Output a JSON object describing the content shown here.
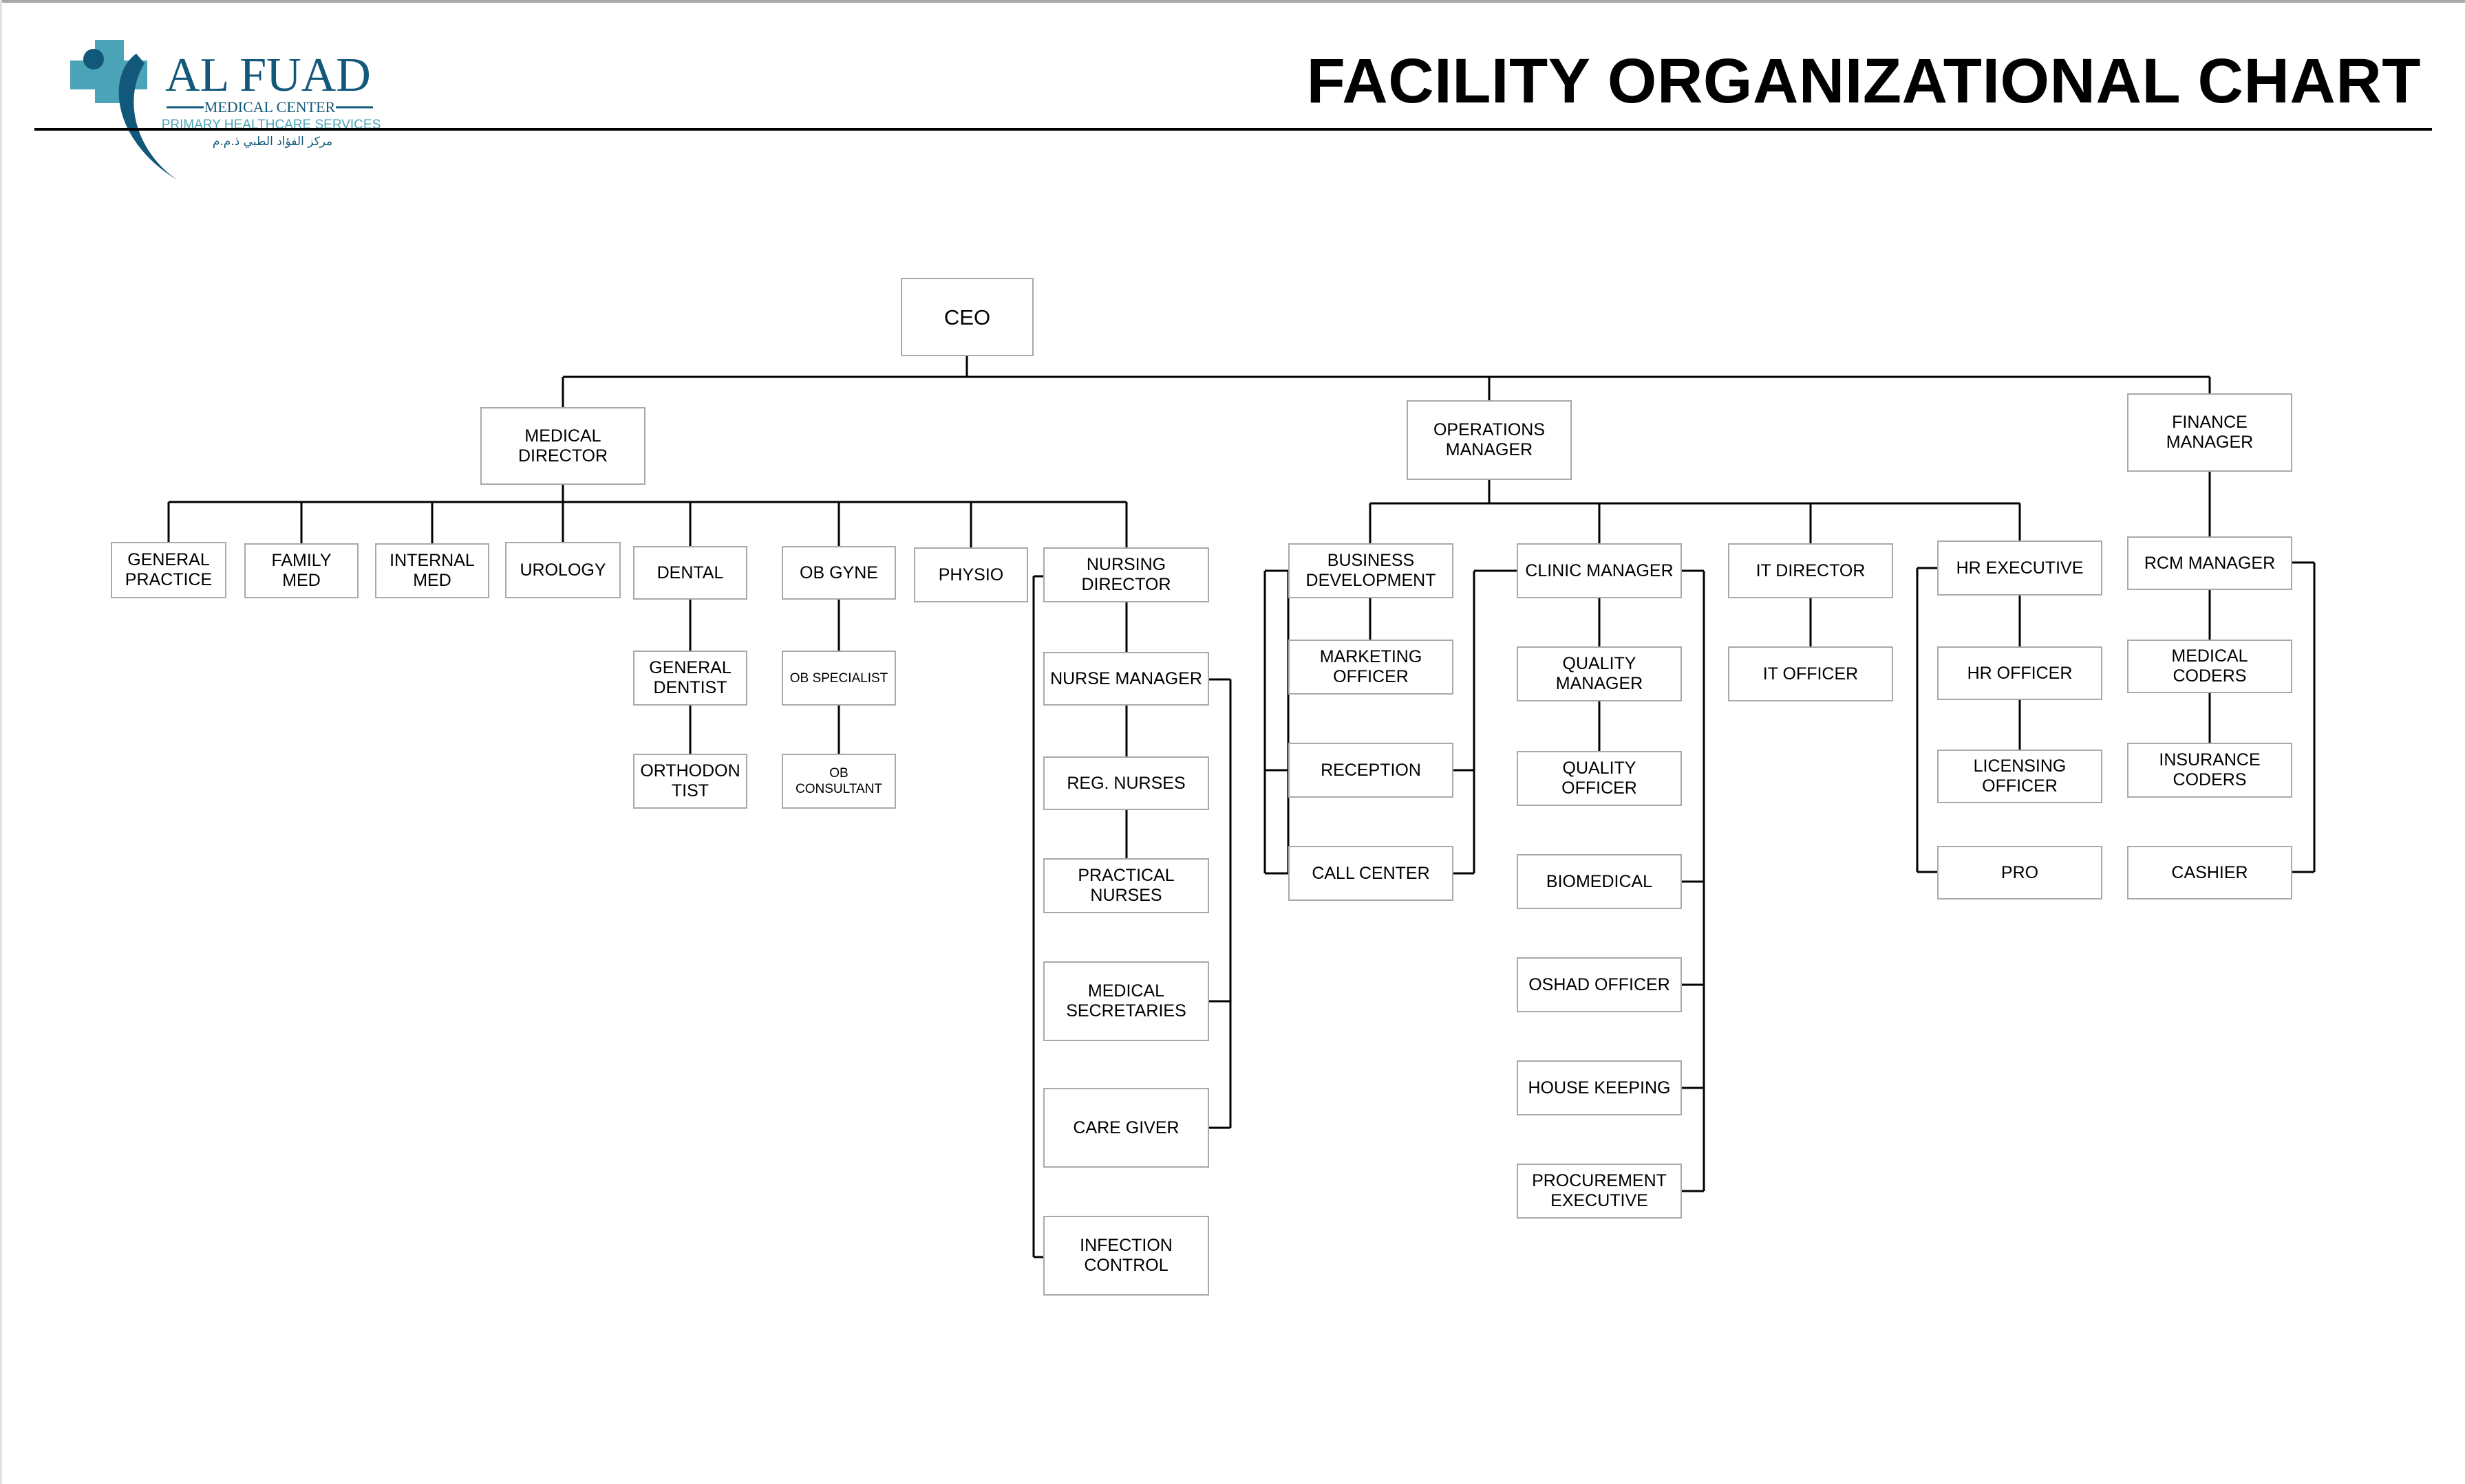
{
  "header": {
    "title": "FACILITY ORGANIZATIONAL CHART",
    "logo": {
      "name": "AL FUAD",
      "sub1": "MEDICAL CENTER",
      "sub2": "PRIMARY HEALTHCARE SERVICES",
      "arabic": "مركز الفؤاد الطبي ذ.م.م"
    }
  },
  "colors": {
    "brand_teal": "#4aa3b6",
    "brand_navy": "#12587a",
    "box_border": "#a9a9a9",
    "line": "#000000"
  },
  "nodes": {
    "ceo": "CEO",
    "medical_director": "MEDICAL\nDIRECTOR",
    "operations_manager": "OPERATIONS\nMANAGER",
    "finance_manager": "FINANCE\nMANAGER",
    "general_practice": "GENERAL\nPRACTICE",
    "family_med": "FAMILY\nMED",
    "internal_med": "INTERNAL\nMED",
    "urology": "UROLOGY",
    "dental": "DENTAL",
    "ob_gyne": "OB GYNE",
    "physio": "PHYSIO",
    "nursing_director": "NURSING\nDIRECTOR",
    "general_dentist": "GENERAL\nDENTIST",
    "orthodontist": "ORTHODON\nTIST",
    "ob_specialist": "OB SPECIALIST",
    "ob_consultant": "OB\nCONSULTANT",
    "nurse_manager": "NURSE MANAGER",
    "reg_nurses": "REG. NURSES",
    "practical_nurses": "PRACTICAL\nNURSES",
    "medical_secretaries": "MEDICAL\nSECRETARIES",
    "care_giver": "CARE GIVER",
    "infection_control": "INFECTION\nCONTROL",
    "business_development": "BUSINESS\nDEVELOPMENT",
    "marketing_officer": "MARKETING\nOFFICER",
    "reception": "RECEPTION",
    "call_center": "CALL CENTER",
    "clinic_manager": "CLINIC MANAGER",
    "quality_manager": "QUALITY\nMANAGER",
    "quality_officer": "QUALITY\nOFFICER",
    "biomedical": "BIOMEDICAL",
    "oshad_officer": "OSHAD OFFICER",
    "house_keeping": "HOUSE KEEPING",
    "procurement_executive": "PROCUREMENT\nEXECUTIVE",
    "it_director": "IT DIRECTOR",
    "it_officer": "IT OFFICER",
    "hr_executive": "HR EXECUTIVE",
    "hr_officer": "HR OFFICER",
    "licensing_officer": "LICENSING\nOFFICER",
    "pro": "PRO",
    "rcm_manager": "RCM MANAGER",
    "medical_coders": "MEDICAL\nCODERS",
    "insurance_coders": "INSURANCE\nCODERS",
    "cashier": "CASHIER"
  }
}
